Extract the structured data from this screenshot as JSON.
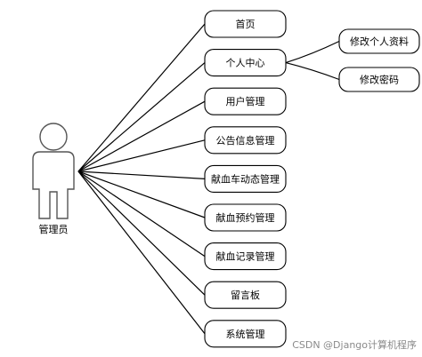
{
  "actor": {
    "label": "管理员"
  },
  "nodes": [
    {
      "id": "home",
      "label": "首页"
    },
    {
      "id": "personal-center",
      "label": "个人中心"
    },
    {
      "id": "user-management",
      "label": "用户管理"
    },
    {
      "id": "announcement-management",
      "label": "公告信息管理"
    },
    {
      "id": "bloodmobile-news-management",
      "label": "献血车动态管理"
    },
    {
      "id": "donation-appointment-management",
      "label": "献血预约管理"
    },
    {
      "id": "donation-record-management",
      "label": "献血记录管理"
    },
    {
      "id": "message-board",
      "label": "留言板"
    },
    {
      "id": "system-management",
      "label": "系统管理"
    }
  ],
  "subnodes": [
    {
      "id": "edit-profile",
      "parent": "personal-center",
      "label": "修改个人资料"
    },
    {
      "id": "change-password",
      "parent": "personal-center",
      "label": "修改密码"
    }
  ],
  "watermark": "CSDN @Django计算机程序"
}
